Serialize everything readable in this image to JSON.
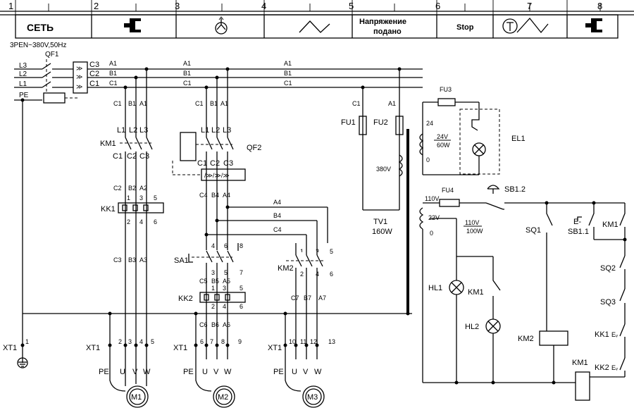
{
  "header": {
    "columns": [
      "1",
      "2",
      "3",
      "4",
      "5",
      "6",
      "7",
      "8"
    ],
    "cells": {
      "network": "СЕТЬ",
      "voltage_line1": "Напряжение",
      "voltage_line2": "подано",
      "stop": "Stop"
    },
    "supply": "3PEN~380V,50Hz"
  },
  "labels": {
    "qf1": "QF1",
    "qf2": "QF2",
    "l1": "L1",
    "l2": "L2",
    "l3": "L3",
    "pe": "PE",
    "a1": "A1",
    "b1": "B1",
    "c1": "C1",
    "a2": "A2",
    "b2": "B2",
    "c2": "C2",
    "a3": "A3",
    "b3": "B3",
    "c3": "C3",
    "a4": "A4",
    "b4": "B4",
    "c4": "C4",
    "a5": "A5",
    "b5": "B5",
    "c5": "C5",
    "a6": "A6",
    "b6": "B6",
    "c6": "C6",
    "a7": "A7",
    "b7": "B7",
    "c7": "C7",
    "km1": "KM1",
    "km2": "KM2",
    "kk1": "KK1",
    "kk2": "KK2",
    "sa1": "SA1",
    "xt1": "XT1",
    "u": "U",
    "v": "V",
    "w": "W",
    "m1": "M1",
    "m2": "M2",
    "m3": "M3",
    "fu1": "FU1",
    "fu2": "FU2",
    "fu3": "FU3",
    "fu4": "FU4",
    "tv1": "TV1",
    "tv1_power": "160W",
    "v380": "380V",
    "v24": "24",
    "v0": "0",
    "lamp_v": "24V",
    "lamp_w": "60W",
    "el1": "EL1",
    "v110": "110V",
    "v22": "22V",
    "hl_v": "110V",
    "hl_w": "100W",
    "hl1": "HL1",
    "hl2": "HL2",
    "sb12": "SB1.2",
    "sb11": "SB1.1",
    "sq1": "SQ1",
    "sq2": "SQ2",
    "sq3": "SQ3",
    "kk1e": "KK1",
    "kk2e": "KK2",
    "n1": "1",
    "n2": "2",
    "n3": "3",
    "n4": "4",
    "n5": "5",
    "n6": "6",
    "n7": "7",
    "n8": "8",
    "n9": "9",
    "n10": "10",
    "n11": "11",
    "n12": "12",
    "n13": "13"
  }
}
